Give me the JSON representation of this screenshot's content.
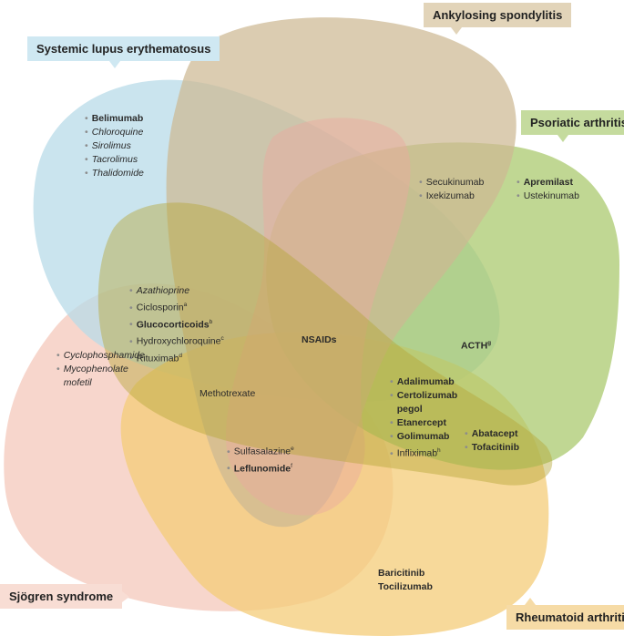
{
  "colors": {
    "sle": "#b8dbe8",
    "as": "#cdb993",
    "psa": "#a7c86a",
    "ra": "#f4cc78",
    "sjogren": "#f6cfc3",
    "ss_pink": "#eaa8a0",
    "sle_olive": "#b6a637",
    "core": "#8a7a33",
    "label_sle": "#cfe8f2",
    "label_as": "#e2d4b9",
    "label_psa": "#c5db9e",
    "label_ra": "#f6dba6",
    "label_sjogren": "#f8ddd4"
  },
  "labels": {
    "sle": "Systemic lupus erythematosus",
    "as": "Ankylosing spondylitis",
    "psa": "Psoriatic arthritis",
    "ra": "Rheumatoid arthritis",
    "sjogren": "Sjögren syndrome"
  },
  "groups": {
    "sle_only": [
      {
        "name": "Belimumab",
        "style": "bold"
      },
      {
        "name": "Chloroquine",
        "style": "italic"
      },
      {
        "name": "Sirolimus",
        "style": "italic"
      },
      {
        "name": "Tacrolimus",
        "style": "italic"
      },
      {
        "name": "Thalidomide",
        "style": "italic"
      }
    ],
    "as_psa": [
      {
        "name": "Secukinumab",
        "style": "normal"
      },
      {
        "name": "Ixekizumab",
        "style": "normal"
      }
    ],
    "psa_only": [
      {
        "name": "Apremilast",
        "style": "bold"
      },
      {
        "name": "Ustekinumab",
        "style": "normal"
      }
    ],
    "sle_sjogren_ra": [
      {
        "name": "Azathioprine",
        "style": "italic"
      },
      {
        "name": "Ciclosporin",
        "style": "normal",
        "sup": "a"
      },
      {
        "name": "Glucocorticoids",
        "style": "bold",
        "sup": "b"
      },
      {
        "name": "Hydroxychloroquine",
        "style": "normal",
        "sup": "c"
      },
      {
        "name": "Rituximab",
        "style": "normal",
        "sup": "d"
      }
    ],
    "sle_sjogren": [
      {
        "name": "Cyclophosphamide",
        "style": "italic"
      },
      {
        "name": "Mycophenolate",
        "style": "italic"
      },
      {
        "name": "mofetil",
        "style": "italic",
        "no_bullet": true
      }
    ],
    "tnf": [
      {
        "name": "Adalimumab",
        "style": "bold"
      },
      {
        "name": "Certolizumab",
        "style": "bold"
      },
      {
        "name": "pegol",
        "style": "bold",
        "no_bullet": true
      },
      {
        "name": "Etanercept",
        "style": "bold"
      },
      {
        "name": "Golimumab",
        "style": "bold"
      },
      {
        "name": "Infliximab",
        "style": "normal",
        "sup": "h"
      }
    ],
    "psa_ra": [
      {
        "name": "Abatacept",
        "style": "bold"
      },
      {
        "name": "Tofacitinib",
        "style": "bold"
      }
    ],
    "sjogren_ra": [
      {
        "name": "Sulfasalazine",
        "style": "normal",
        "sup": "e"
      },
      {
        "name": "Leflunomide",
        "style": "bold",
        "sup": "f"
      }
    ]
  },
  "plain": {
    "nsaids": "NSAIDs",
    "acth": "ACTH",
    "acth_sup": "g",
    "methotrexate": "Methotrexate",
    "ra_only_1": "Baricitinib",
    "ra_only_2": "Tocilizumab"
  }
}
